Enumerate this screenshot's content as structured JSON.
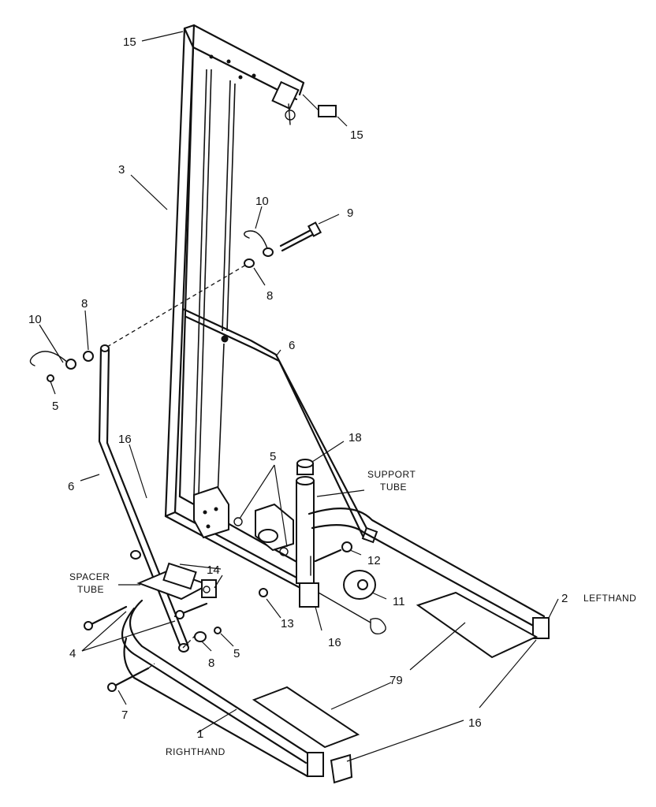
{
  "labels": {
    "p15_top": "15",
    "p15_cap": "15",
    "p3": "3",
    "p10_right": "10",
    "p9": "9",
    "p8_right": "8",
    "p10_left": "10",
    "p8_left": "8",
    "p5_left": "5",
    "p6_right": "6",
    "p16_upper": "16",
    "p6_left": "6",
    "p18": "18",
    "p5_mid": "5",
    "support_tube_1": "SUPPORT",
    "support_tube_2": "TUBE",
    "p14": "14",
    "p12": "12",
    "spacer_tube_1": "SPACER",
    "spacer_tube_2": "TUBE",
    "p11": "11",
    "p13": "13",
    "p16_mid": "16",
    "p2": "2",
    "lefthand": "LEFTHAND",
    "p4": "4",
    "p8_low": "8",
    "p5_low": "5",
    "p79": "79",
    "p7": "7",
    "p16_low": "16",
    "p1": "1",
    "righthand": "RIGHTHAND"
  }
}
